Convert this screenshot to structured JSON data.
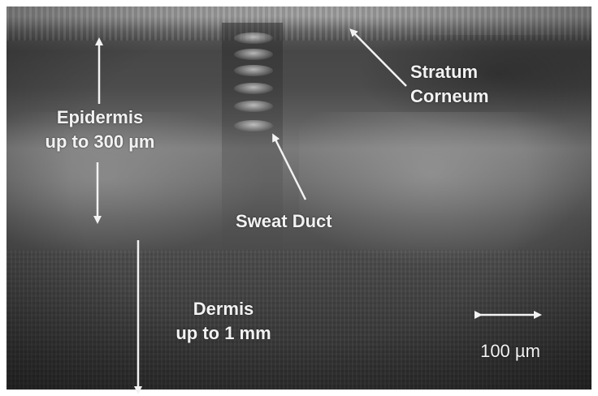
{
  "labels": {
    "stratum_corneum_line1": "Stratum",
    "stratum_corneum_line2": "Corneum",
    "epidermis_line1": "Epidermis",
    "epidermis_line2": "up to 300 µm",
    "sweat_duct": "Sweat Duct",
    "dermis_line1": "Dermis",
    "dermis_line2": "up to 1 mm",
    "scale_bar": "100 µm"
  },
  "colors": {
    "annotation": "#f2f2f2",
    "border": "#ffffff"
  }
}
